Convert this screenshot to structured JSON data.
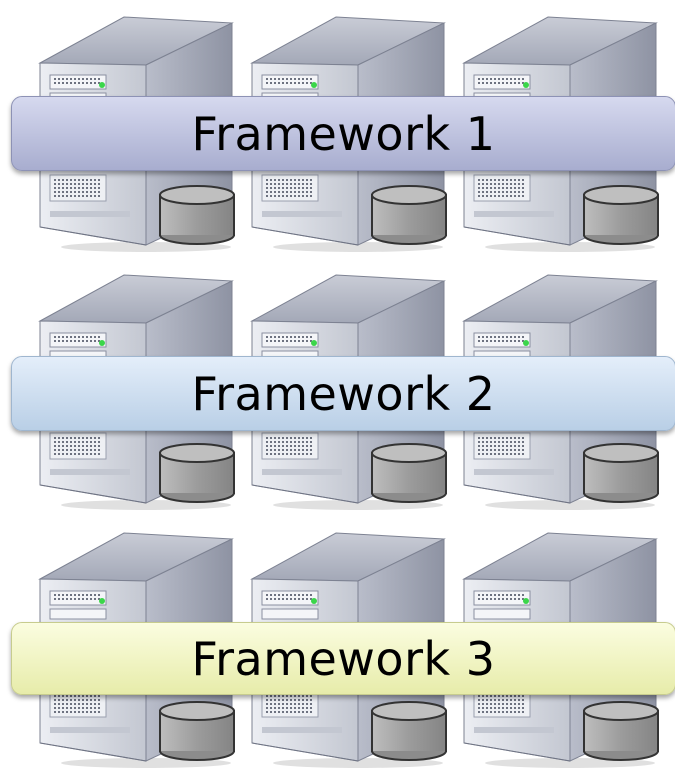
{
  "frameworks": [
    {
      "label": "Framework 1",
      "color_top": "#d6d9ef",
      "color_bottom": "#a8adcf",
      "border": "#8d92b5"
    },
    {
      "label": "Framework 2",
      "color_top": "#e4eefa",
      "color_bottom": "#b9cfe6",
      "border": "#9fb6cf"
    },
    {
      "label": "Framework 3",
      "color_top": "#fbfde0",
      "color_bottom": "#e7ecaa",
      "border": "#c7cc8e"
    }
  ],
  "icons": {
    "server": "server-tower-icon",
    "disk": "disk-cylinder-icon"
  },
  "colors": {
    "server_body": "#a5aab8",
    "server_front": "#dcdfe6",
    "disk": "#a9a9a9",
    "led": "#3bd64a"
  }
}
